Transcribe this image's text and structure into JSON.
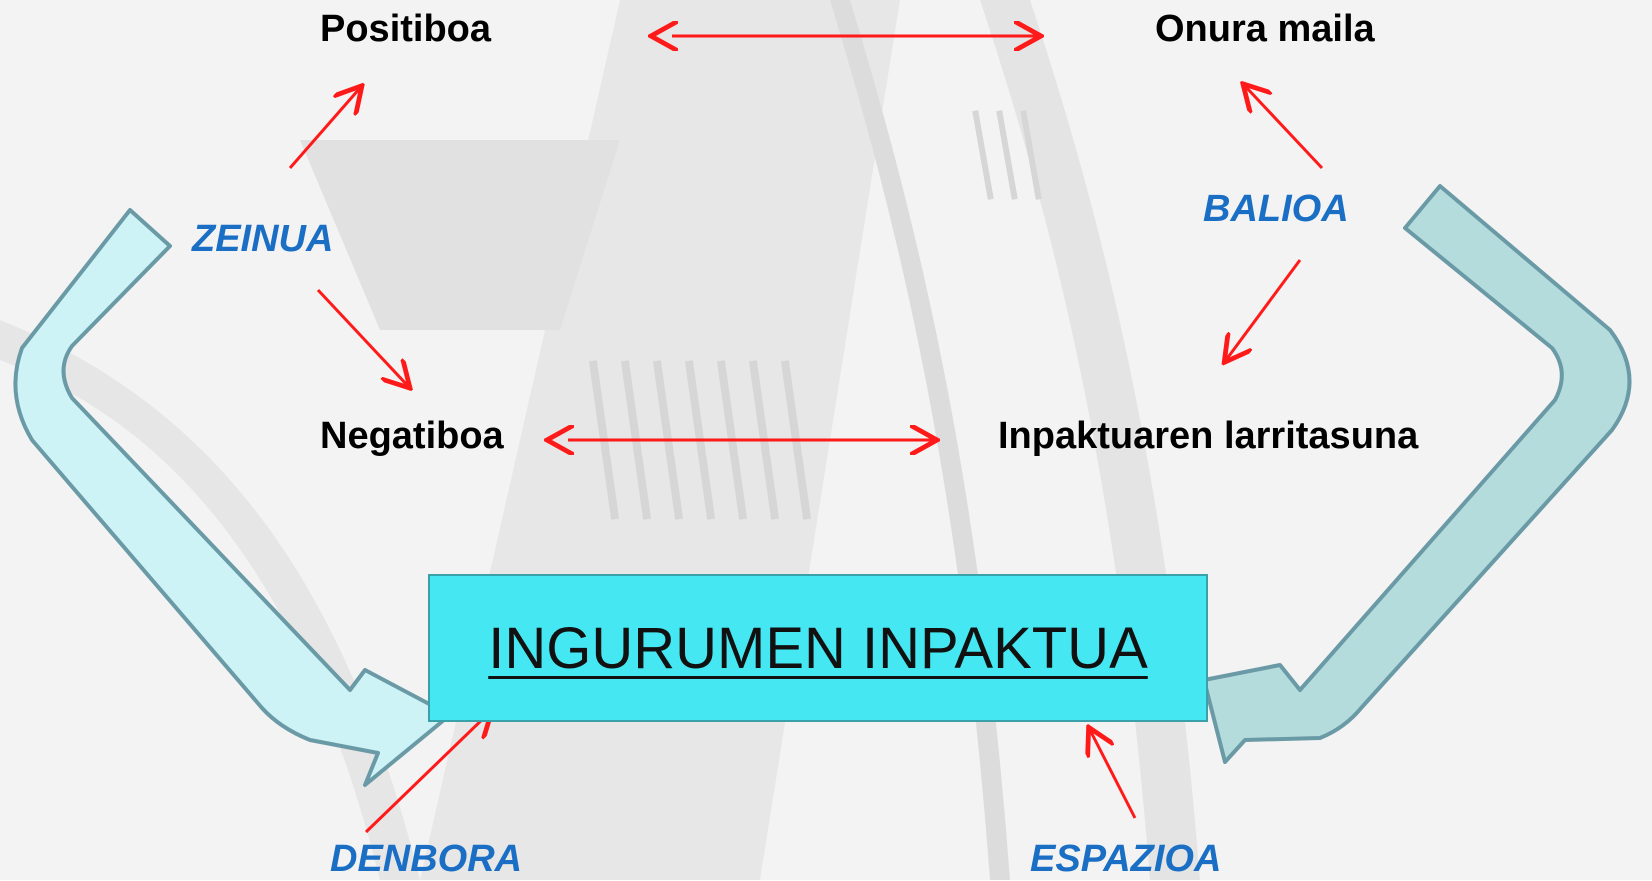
{
  "labels": {
    "positive": "Positiboa",
    "benefit": "Onura maila",
    "negative": "Negatiboa",
    "severity": "Inpaktuaren larritasuna",
    "sign": "ZEINUA",
    "value": "BALIOA",
    "time": "DENBORA",
    "space": "ESPAZIOA",
    "central": "INGURUMEN INPAKTUA"
  },
  "colors": {
    "arrow_red": "#ff1a1a",
    "italic_blue": "#1a6fc4",
    "box_cyan": "#45e8f2",
    "left_curve_fill": "#cdf3f6",
    "right_curve_fill": "#b4dcdd"
  }
}
